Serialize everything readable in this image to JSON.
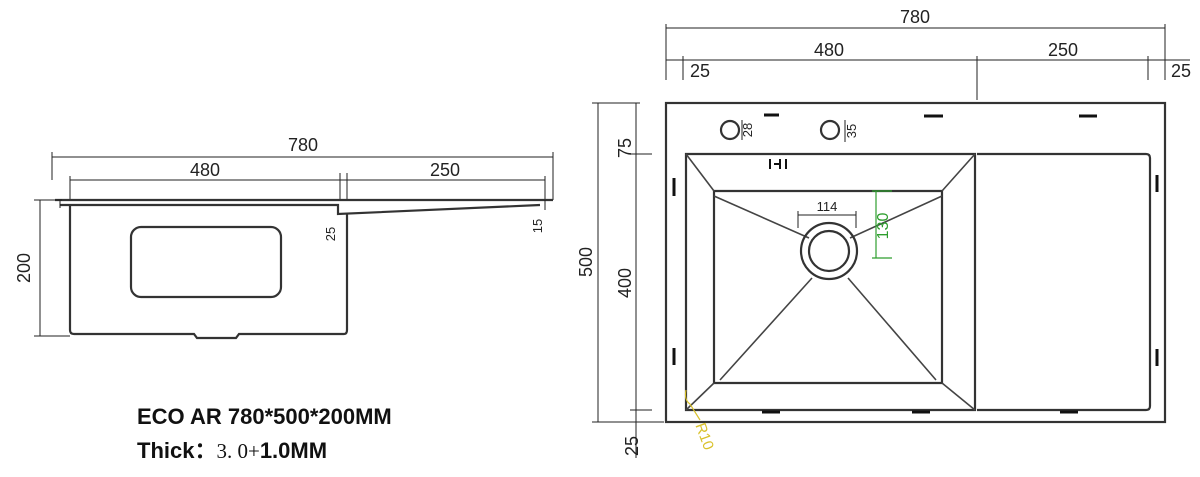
{
  "side_view": {
    "overall_width": "780",
    "bowl_width": "480",
    "drainboard_width": "250",
    "height": "200",
    "step_depth": "25",
    "drainboard_depth": "15"
  },
  "top_view": {
    "overall_width": "780",
    "bowl_width": "480",
    "drainboard_width": "250",
    "edge_left": "25",
    "edge_right": "25",
    "overall_depth": "500",
    "bowl_depth": "400",
    "top_margin": "75",
    "bottom_margin": "25",
    "tap_hole_1": "28",
    "tap_hole_2": "35",
    "drain_diameter": "114",
    "drain_offset": "130",
    "corner_radius": "R10"
  },
  "caption": {
    "model": "ECO AR 780*500*200MM",
    "thick_label": "Thick：",
    "thick_value": "3. 0+",
    "thick_extra": "1.0MM"
  },
  "colors": {
    "line": "#222222",
    "green_annotation": "#2e9e2e",
    "yellow_annotation": "#d9c12a"
  }
}
